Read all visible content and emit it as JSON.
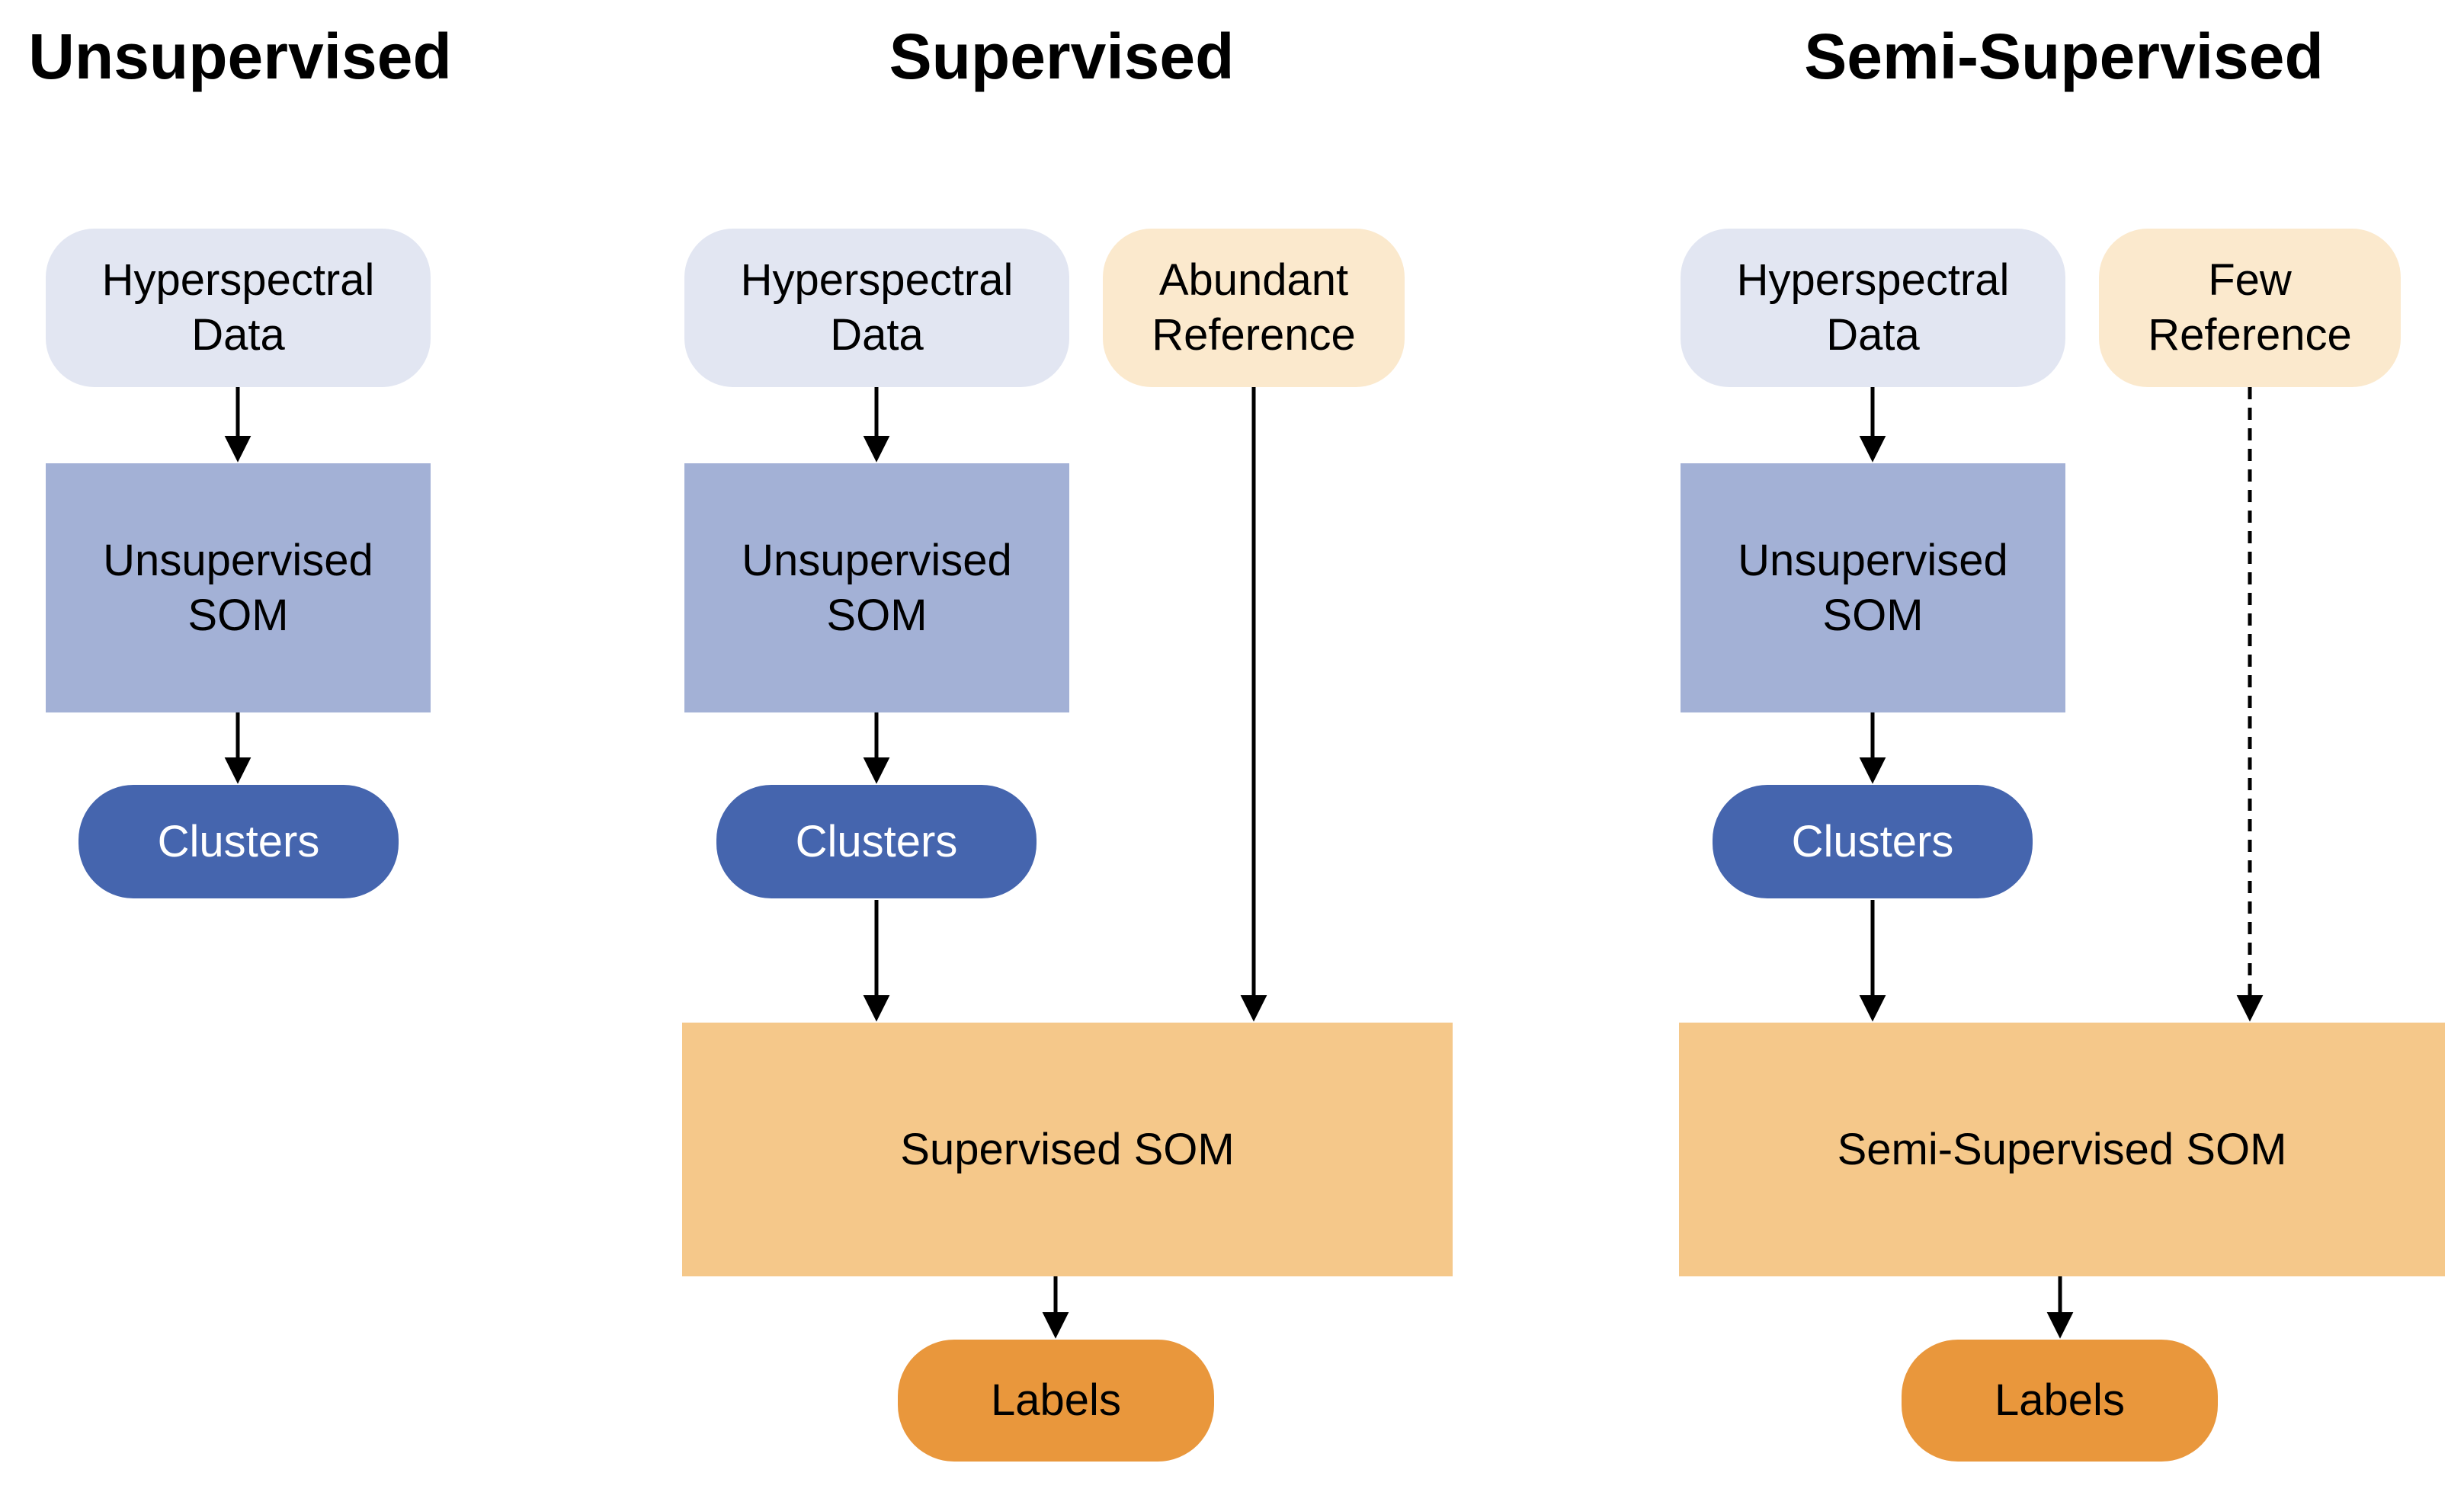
{
  "figure": {
    "columns": [
      {
        "title": "Unsupervised",
        "nodes": {
          "input": "Hyperspectral\nData",
          "som": "Unsupervised\nSOM",
          "clusters": "Clusters"
        }
      },
      {
        "title": "Supervised",
        "nodes": {
          "input": "Hyperspectral\nData",
          "reference": "Abundant\nReference",
          "som": "Unsupervised\nSOM",
          "clusters": "Clusters",
          "final_som": "Supervised SOM",
          "output": "Labels"
        }
      },
      {
        "title": "Semi-Supervised",
        "nodes": {
          "input": "Hyperspectral\nData",
          "reference": "Few\nReference",
          "som": "Unsupervised\nSOM",
          "clusters": "Clusters",
          "final_som": "Semi-Supervised SOM",
          "output": "Labels"
        }
      }
    ],
    "palette": {
      "input_pill": "#e2e6f2",
      "reference_pill": "#fbe9cd",
      "som_box": "#a3b1d6",
      "clusters_pill": "#4565ae",
      "clusters_text": "#ffffff",
      "final_som_box": "#f5c88a",
      "labels_pill": "#e9973c",
      "arrow": "#000000",
      "text": "#000000",
      "background": "#ffffff"
    },
    "edges": [
      {
        "from": "unsupervised.input",
        "to": "unsupervised.som",
        "style": "solid"
      },
      {
        "from": "unsupervised.som",
        "to": "unsupervised.clusters",
        "style": "solid"
      },
      {
        "from": "supervised.input",
        "to": "supervised.som",
        "style": "solid"
      },
      {
        "from": "supervised.som",
        "to": "supervised.clusters",
        "style": "solid"
      },
      {
        "from": "supervised.clusters",
        "to": "supervised.final_som",
        "style": "solid"
      },
      {
        "from": "supervised.reference",
        "to": "supervised.final_som",
        "style": "solid"
      },
      {
        "from": "supervised.final_som",
        "to": "supervised.output",
        "style": "solid"
      },
      {
        "from": "semi_supervised.input",
        "to": "semi_supervised.som",
        "style": "solid"
      },
      {
        "from": "semi_supervised.som",
        "to": "semi_supervised.clusters",
        "style": "solid"
      },
      {
        "from": "semi_supervised.clusters",
        "to": "semi_supervised.final_som",
        "style": "solid"
      },
      {
        "from": "semi_supervised.reference",
        "to": "semi_supervised.final_som",
        "style": "dashed"
      },
      {
        "from": "semi_supervised.final_som",
        "to": "semi_supervised.output",
        "style": "solid"
      }
    ]
  }
}
